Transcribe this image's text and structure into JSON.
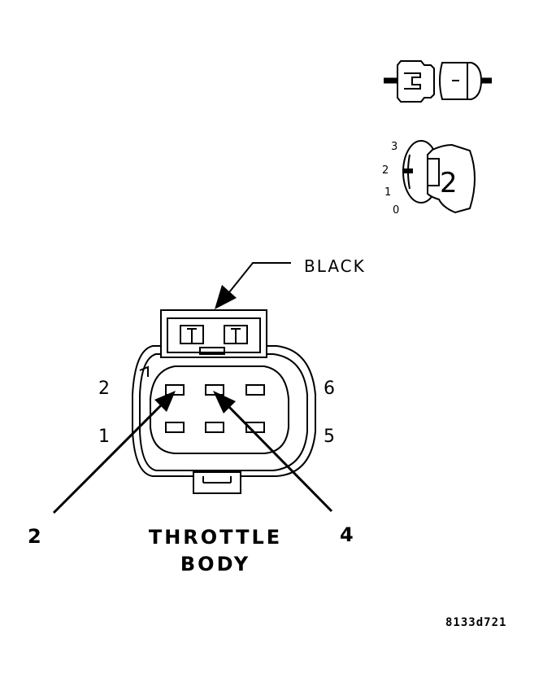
{
  "connector_color_label": "BLACK",
  "pin_labels": {
    "top_left": "2",
    "bottom_left": "1",
    "top_right": "6",
    "bottom_right": "5"
  },
  "callouts": {
    "left": "2",
    "right": "4"
  },
  "title": {
    "line1": "THROTTLE",
    "line2": "BODY"
  },
  "figure_id": "8133d721",
  "legend_view": {
    "scale_labels": [
      "3",
      "2",
      "1",
      "0"
    ],
    "badge": "2"
  }
}
